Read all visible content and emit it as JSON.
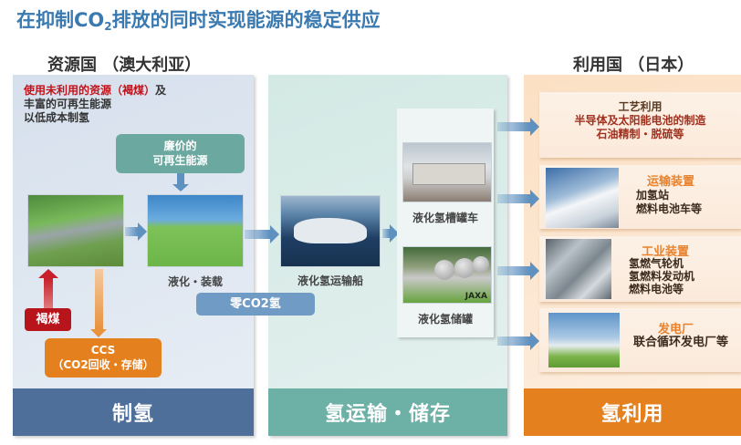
{
  "title": {
    "prefix": "在抑制CO",
    "sub": "2",
    "suffix": "排放的同时实现能源的稳定供应"
  },
  "regions": {
    "source": "资源国 （澳大利亚）",
    "consumer": "利用国 （日本）"
  },
  "production": {
    "description_red": "使用未利用的资源（褐煤）",
    "description_rest_1": "及",
    "description_line_2": "丰富的可再生能源",
    "description_line_3": "以低成本制氢",
    "renewable_pill_line1": "廉价的",
    "renewable_pill_line2": "可再生能源",
    "liquefy_caption": "液化・装载",
    "lignite_label": "褐煤",
    "ccs_line1": "CCS",
    "ccs_line2": "（CO2回收・存储）",
    "zero_co2_label": "零CO2氢",
    "bar_label": "制氢"
  },
  "transport": {
    "ship_caption": "液化氢运输船",
    "truck_caption": "液化氢槽罐车",
    "tank_caption": "液化氢储罐",
    "tank_watermark": "JAXA",
    "bar_label": "氢运输・储存"
  },
  "utilization": {
    "cards": [
      {
        "title": "工艺利用",
        "lines": [
          "半导体及太阳能电池的制造",
          "石油精制・脱硫等"
        ]
      },
      {
        "title": "运输装置",
        "lines": [
          "加氢站",
          "燃料电池车等"
        ]
      },
      {
        "title": "工业装置",
        "lines": [
          "氢燃气轮机",
          "氢燃料发动机",
          "燃料电池等"
        ]
      },
      {
        "title": "发电厂",
        "lines": [
          "联合循环发电厂等"
        ]
      }
    ],
    "bar_label": "氢利用"
  },
  "colors": {
    "title_blue": "#3a7ab0",
    "production_bar": "#4f6f9b",
    "transport_bar": "#6cb0a6",
    "utilization_bar": "#e5801f",
    "lignite_red": "#b8141c",
    "zero_co2_blue": "#6f9bc4",
    "renewable_teal": "#6ba89f"
  }
}
